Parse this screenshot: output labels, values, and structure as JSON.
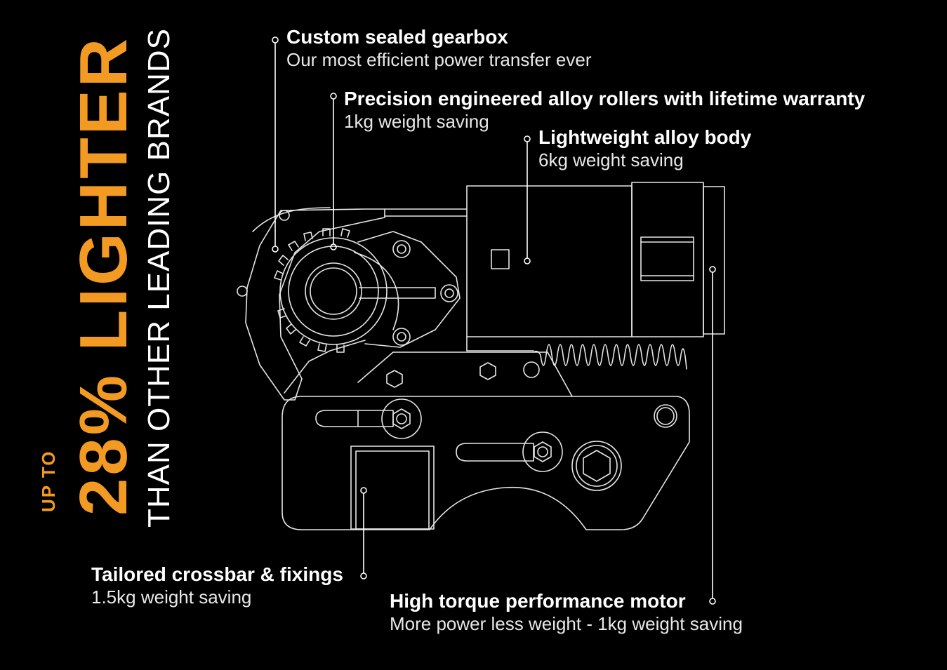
{
  "headline": {
    "prefix": "UP TO",
    "main": "28% LIGHTER",
    "sub": "THAN OTHER LEADING BRANDS",
    "accent_color": "#f39a22"
  },
  "callouts": [
    {
      "title": "Custom sealed gearbox",
      "subtitle": "Our most efficient power transfer ever"
    },
    {
      "title": "Precision engineered alloy rollers with lifetime warranty",
      "subtitle": "1kg weight saving"
    },
    {
      "title": "Lightweight alloy body",
      "subtitle": "6kg weight saving"
    },
    {
      "title": "Tailored crossbar & fixings",
      "subtitle": "1.5kg weight saving"
    },
    {
      "title": "High torque performance motor",
      "subtitle": "More power less weight - 1kg weight saving"
    }
  ]
}
